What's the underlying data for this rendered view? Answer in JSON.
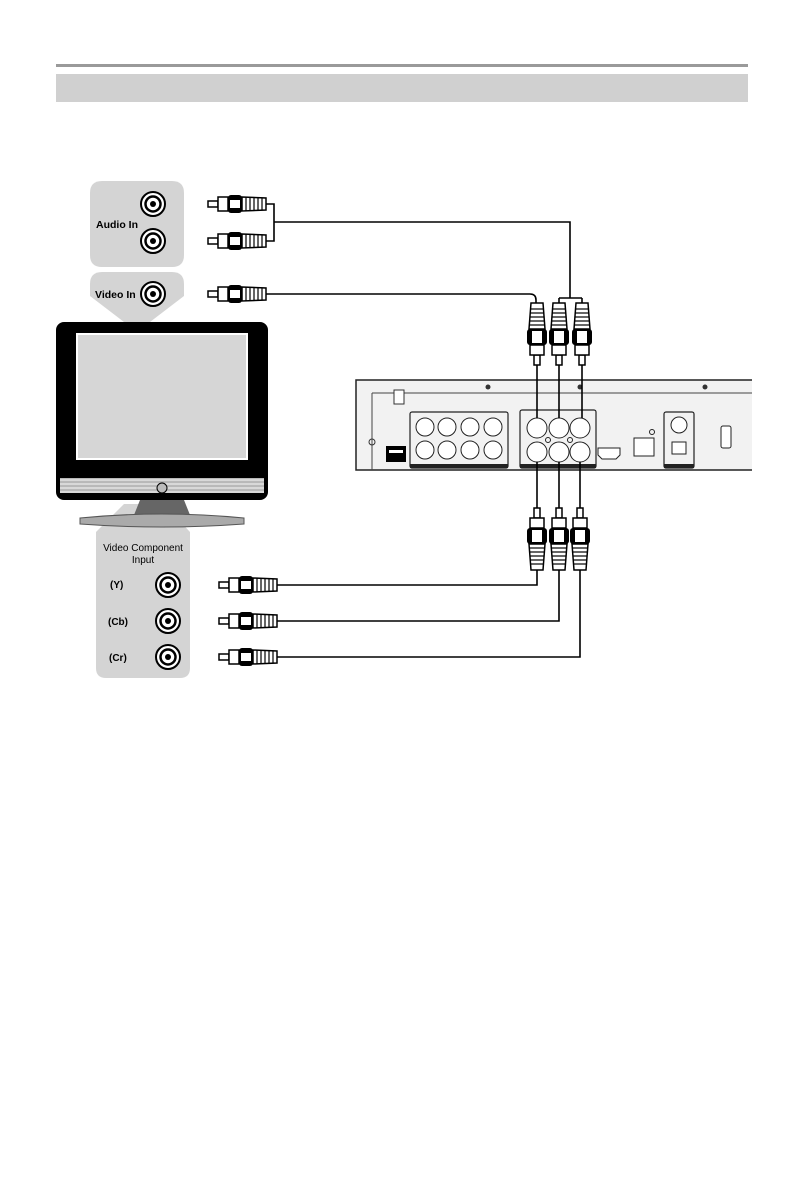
{
  "tv_panel": {
    "audio_in_label": "Audio In",
    "video_in_label": "Video In",
    "component_label_line1": "Video Component",
    "component_label_line2": "Input",
    "y_label": "(Y)",
    "cb_label": "(Cb)",
    "cr_label": "(Cr)"
  },
  "colors": {
    "panel_bg": "#d4d4d4",
    "cable": "#000000",
    "header_bar": "#d0d0d0",
    "rule": "#9a9a9a"
  }
}
